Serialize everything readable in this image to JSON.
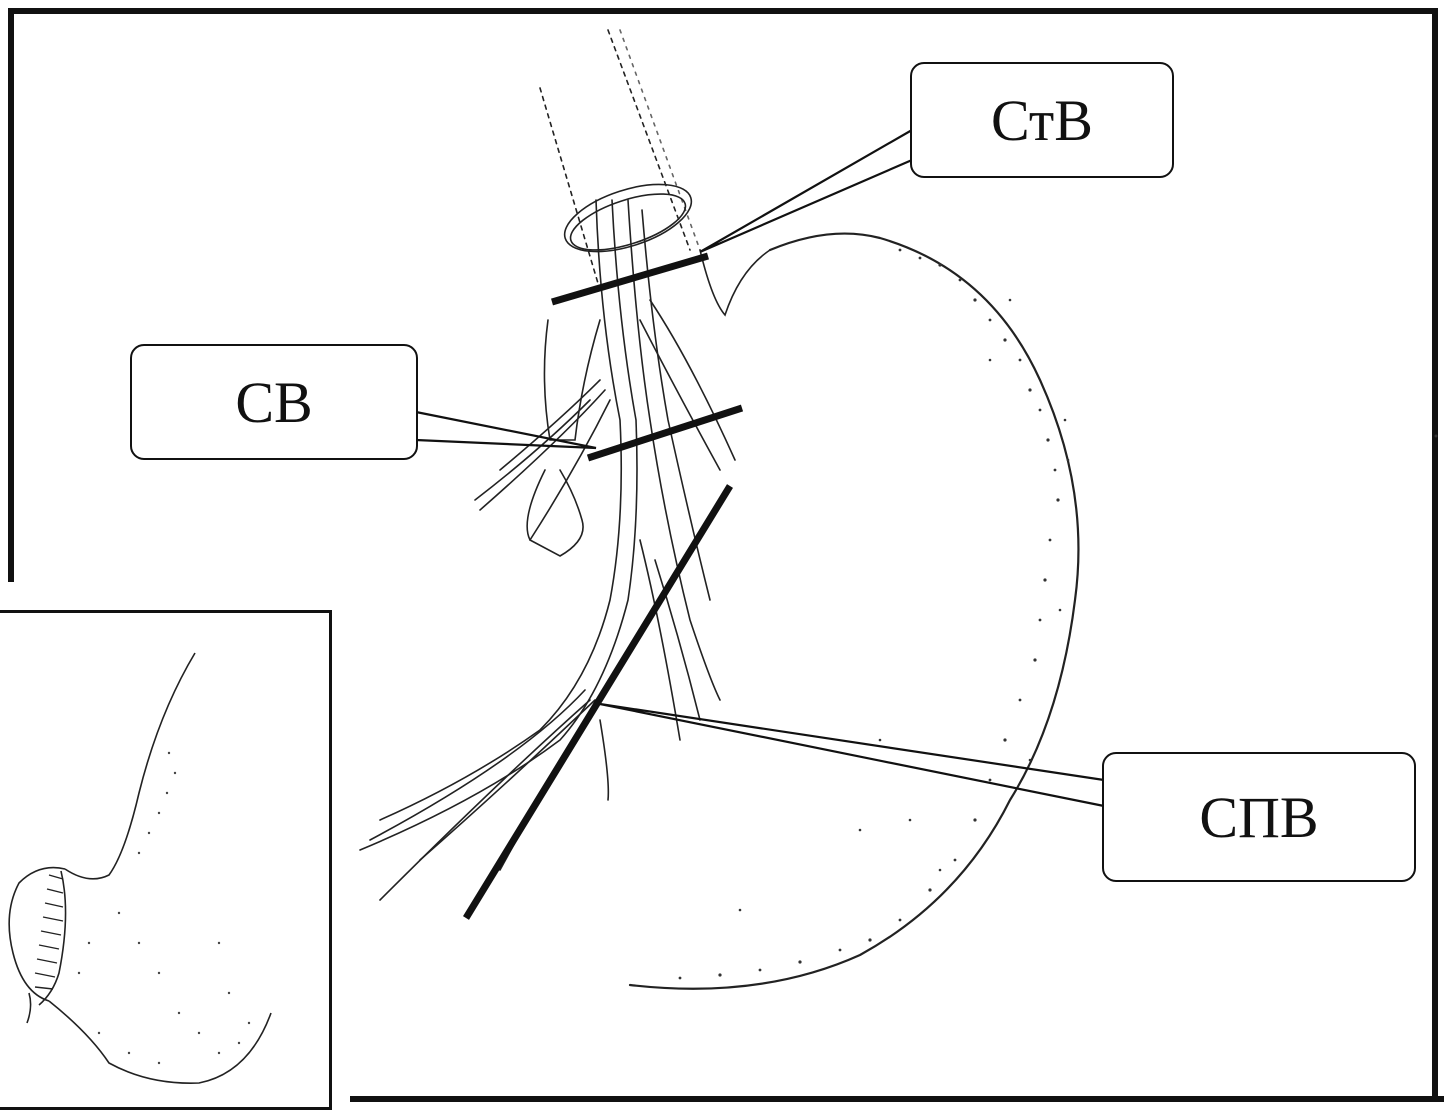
{
  "labels": {
    "stv": "СтВ",
    "sv": "СВ",
    "spv": "СПВ"
  },
  "colors": {
    "ink": "#111111",
    "stipple": "#333333",
    "background": "#ffffff"
  }
}
